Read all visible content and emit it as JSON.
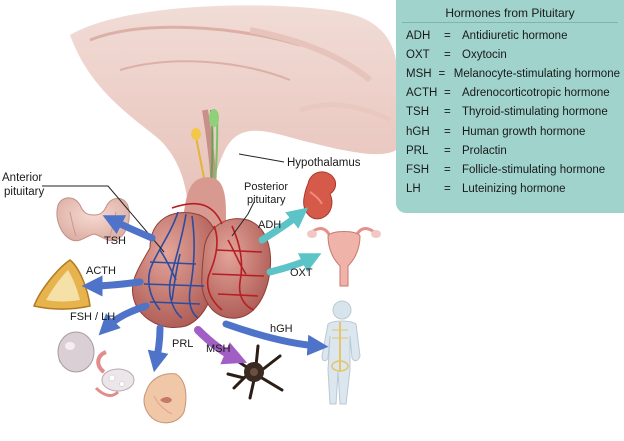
{
  "legend": {
    "title": "Hormones from Pituitary",
    "rows": [
      {
        "abbr": "ADH",
        "name": "Antidiuretic hormone"
      },
      {
        "abbr": "OXT",
        "name": "Oxytocin"
      },
      {
        "abbr": "MSH",
        "name": "Melanocyte-stimulating hormone"
      },
      {
        "abbr": "ACTH",
        "name": "Adrenocorticotropic hormone"
      },
      {
        "abbr": "TSH",
        "name": "Thyroid-stimulating hormone"
      },
      {
        "abbr": "hGH",
        "name": "Human growth hormone"
      },
      {
        "abbr": "PRL",
        "name": "Prolactin"
      },
      {
        "abbr": "FSH",
        "name": "Follicle-stimulating hormone"
      },
      {
        "abbr": "LH",
        "name": "Luteinizing hormone"
      }
    ],
    "separator": "="
  },
  "labels": {
    "hypothalamus": "Hypothalamus",
    "anterior_line1": "Anterior",
    "anterior_line2": "pituitary",
    "posterior_line1": "Posterior",
    "posterior_line2": "pituitary"
  },
  "arrows": {
    "tsh": "TSH",
    "acth": "ACTH",
    "fsh_lh": "FSH / LH",
    "prl": "PRL",
    "msh": "MSH",
    "hgh": "hGH",
    "adh": "ADH",
    "oxt": "OXT"
  },
  "colors": {
    "legend_bg": "#9fd3cc",
    "arrow_blue": "#4f73c8",
    "arrow_teal": "#5cc3c6",
    "arrow_purple": "#a15ec4",
    "gland": "#c9766d",
    "vessel_blue": "#2d4c9e",
    "vessel_red": "#b51f24"
  },
  "icons": [
    "brain-tissue",
    "pituitary-gland",
    "thyroid-icon",
    "adrenal-icon",
    "testis-icon",
    "ovary-icon",
    "breast-icon",
    "melanocyte-icon",
    "human-figure-icon",
    "kidney-icon",
    "uterus-icon"
  ]
}
